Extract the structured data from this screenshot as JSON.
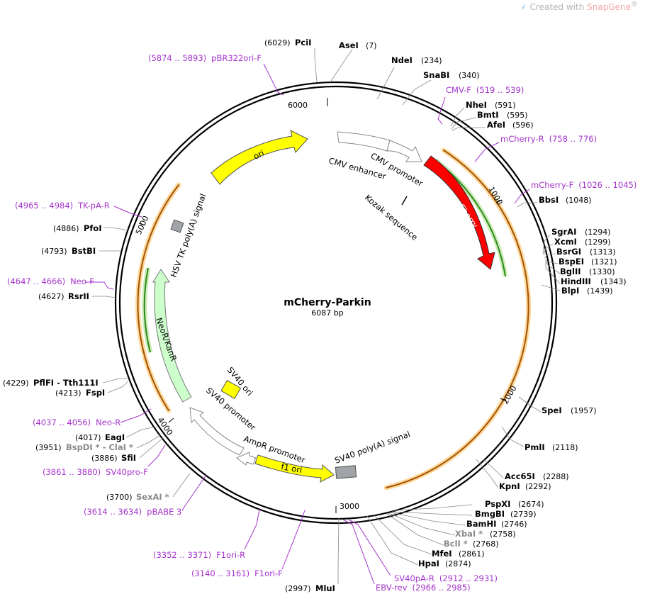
{
  "watermark": {
    "prefix": "Created with ",
    "brand": "SnapGene",
    "mark": "®"
  },
  "plasmid": {
    "name": "mCherry-Parkin",
    "size_label": "6087 bp"
  },
  "ruler": [
    "1000",
    "2000",
    "3000",
    "4000",
    "5000",
    "6000"
  ],
  "sites": [
    {
      "name": "PciI",
      "pos": "(6029)"
    },
    {
      "name": "AseI",
      "pos": "(7)"
    },
    {
      "name": "NdeI",
      "pos": "(234)"
    },
    {
      "name": "SnaBI",
      "pos": "(340)"
    },
    {
      "name": "NheI",
      "pos": "(591)"
    },
    {
      "name": "BmtI",
      "pos": "(595)"
    },
    {
      "name": "AfeI",
      "pos": "(596)"
    },
    {
      "name": "BbsI",
      "pos": "(1048)"
    },
    {
      "name": "SgrAI",
      "pos": "(1294)"
    },
    {
      "name": "XcmI",
      "pos": "(1299)"
    },
    {
      "name": "BsrGI",
      "pos": "(1313)"
    },
    {
      "name": "BspEI",
      "pos": "(1321)"
    },
    {
      "name": "BglII",
      "pos": "(1330)"
    },
    {
      "name": "HindIII",
      "pos": "(1343)"
    },
    {
      "name": "BlpI",
      "pos": "(1439)"
    },
    {
      "name": "SpeI",
      "pos": "(1957)"
    },
    {
      "name": "PmlI",
      "pos": "(2118)"
    },
    {
      "name": "Acc65I",
      "pos": "(2288)"
    },
    {
      "name": "KpnI",
      "pos": "(2292)"
    },
    {
      "name": "PspXI",
      "pos": "(2674)"
    },
    {
      "name": "BmgBI",
      "pos": "(2739)"
    },
    {
      "name": "BamHI",
      "pos": "(2746)"
    },
    {
      "name": "XbaI *",
      "pos": "(2758)"
    },
    {
      "name": "BclI *",
      "pos": "(2768)"
    },
    {
      "name": "MfeI",
      "pos": "(2861)"
    },
    {
      "name": "HpaI",
      "pos": "(2874)"
    },
    {
      "name": "MluI",
      "pos": "(2997)"
    },
    {
      "name": "SexAI *",
      "pos": "(3700)"
    },
    {
      "name": "SfiI",
      "pos": "(3886)"
    },
    {
      "name": "BspDI * - ClaI *",
      "pos": "(3951)"
    },
    {
      "name": "EagI",
      "pos": "(4017)"
    },
    {
      "name": "FspI",
      "pos": "(4213)"
    },
    {
      "name": "PflFI - Tth111I",
      "pos": "(4229)"
    },
    {
      "name": "RsrII",
      "pos": "(4627)"
    },
    {
      "name": "BstBI",
      "pos": "(4793)"
    },
    {
      "name": "PfoI",
      "pos": "(4886)"
    }
  ],
  "primers": [
    {
      "name": "pBR322ori-F",
      "range": "(5874 .. 5893)"
    },
    {
      "name": "CMV-F",
      "range": "(519 .. 539)"
    },
    {
      "name": "mCherry-R",
      "range": "(758 .. 776)"
    },
    {
      "name": "mCherry-F",
      "range": "(1026 .. 1045)"
    },
    {
      "name": "TK-pA-R",
      "range": "(4965 .. 4984)"
    },
    {
      "name": "Neo-F",
      "range": "(4647 .. 4666)"
    },
    {
      "name": "Neo-R",
      "range": "(4037 .. 4056)"
    },
    {
      "name": "SV40pro-F",
      "range": "(3861 .. 3880)"
    },
    {
      "name": "pBABE 3'",
      "range": "(3614 .. 3634)"
    },
    {
      "name": "F1ori-R",
      "range": "(3352 .. 3371)"
    },
    {
      "name": "F1ori-F",
      "range": "(3140 .. 3161)"
    },
    {
      "name": "SV40pA-R",
      "range": "(2912 .. 2931)"
    },
    {
      "name": "EBV-rev",
      "range": "(2966 .. 2985)"
    }
  ],
  "features": [
    {
      "name": "ori",
      "color": "#ffff00"
    },
    {
      "name": "CMV enhancer",
      "color": "#ffffff"
    },
    {
      "name": "CMV promoter",
      "color": "#ffffff"
    },
    {
      "name": "mCherry",
      "color": "#ff0000"
    },
    {
      "name": "Kozak sequence",
      "color": "#ffffff"
    },
    {
      "name": "HSV TK poly(A) signal",
      "color": "#a0a4a8"
    },
    {
      "name": "NeoR/KanR",
      "color": "#ccffcc"
    },
    {
      "name": "SV40 ori",
      "color": "#ffff00"
    },
    {
      "name": "SV40 promoter",
      "color": "#ffffff"
    },
    {
      "name": "AmpR promoter",
      "color": "#ffffff"
    },
    {
      "name": "f1 ori",
      "color": "#ffff00"
    },
    {
      "name": "SV40 poly(A) signal",
      "color": "#a0a4a8"
    }
  ]
}
